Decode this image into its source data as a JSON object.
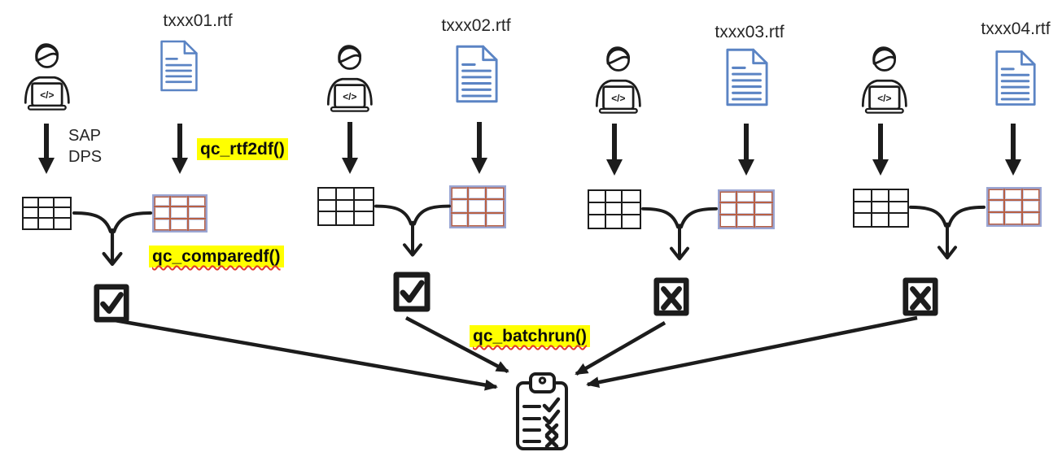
{
  "columns": [
    {
      "rtf_label": "txxx01.rtf",
      "result": "pass"
    },
    {
      "rtf_label": "txxx02.rtf",
      "result": "pass"
    },
    {
      "rtf_label": "txxx03.rtf",
      "result": "fail"
    },
    {
      "rtf_label": "txxx04.rtf",
      "result": "fail"
    }
  ],
  "annotations": {
    "source_system": "SAP\nDPS",
    "rtf2df": "qc_rtf2df()",
    "comparedf": "qc_comparedf()",
    "batchrun": "qc_batchrun()"
  },
  "report": {
    "row_results": [
      "pass",
      "pass",
      "fail",
      "fail"
    ]
  },
  "icons": {
    "programmer": "person-at-laptop",
    "laptop_code_glyph": "</>",
    "rtf_file": "document-file",
    "pass_mark": "checked-box",
    "fail_mark": "crossed-box",
    "report": "clipboard-checklist"
  },
  "colors": {
    "highlight": "#ffff00",
    "ink": "#1c1c1c",
    "doc-blue": "#5b84c4",
    "table-orange": "#b86044",
    "table-periwinkle": "#9aa6d4",
    "squiggle-red": "#e03a2e",
    "text": "#262626"
  }
}
